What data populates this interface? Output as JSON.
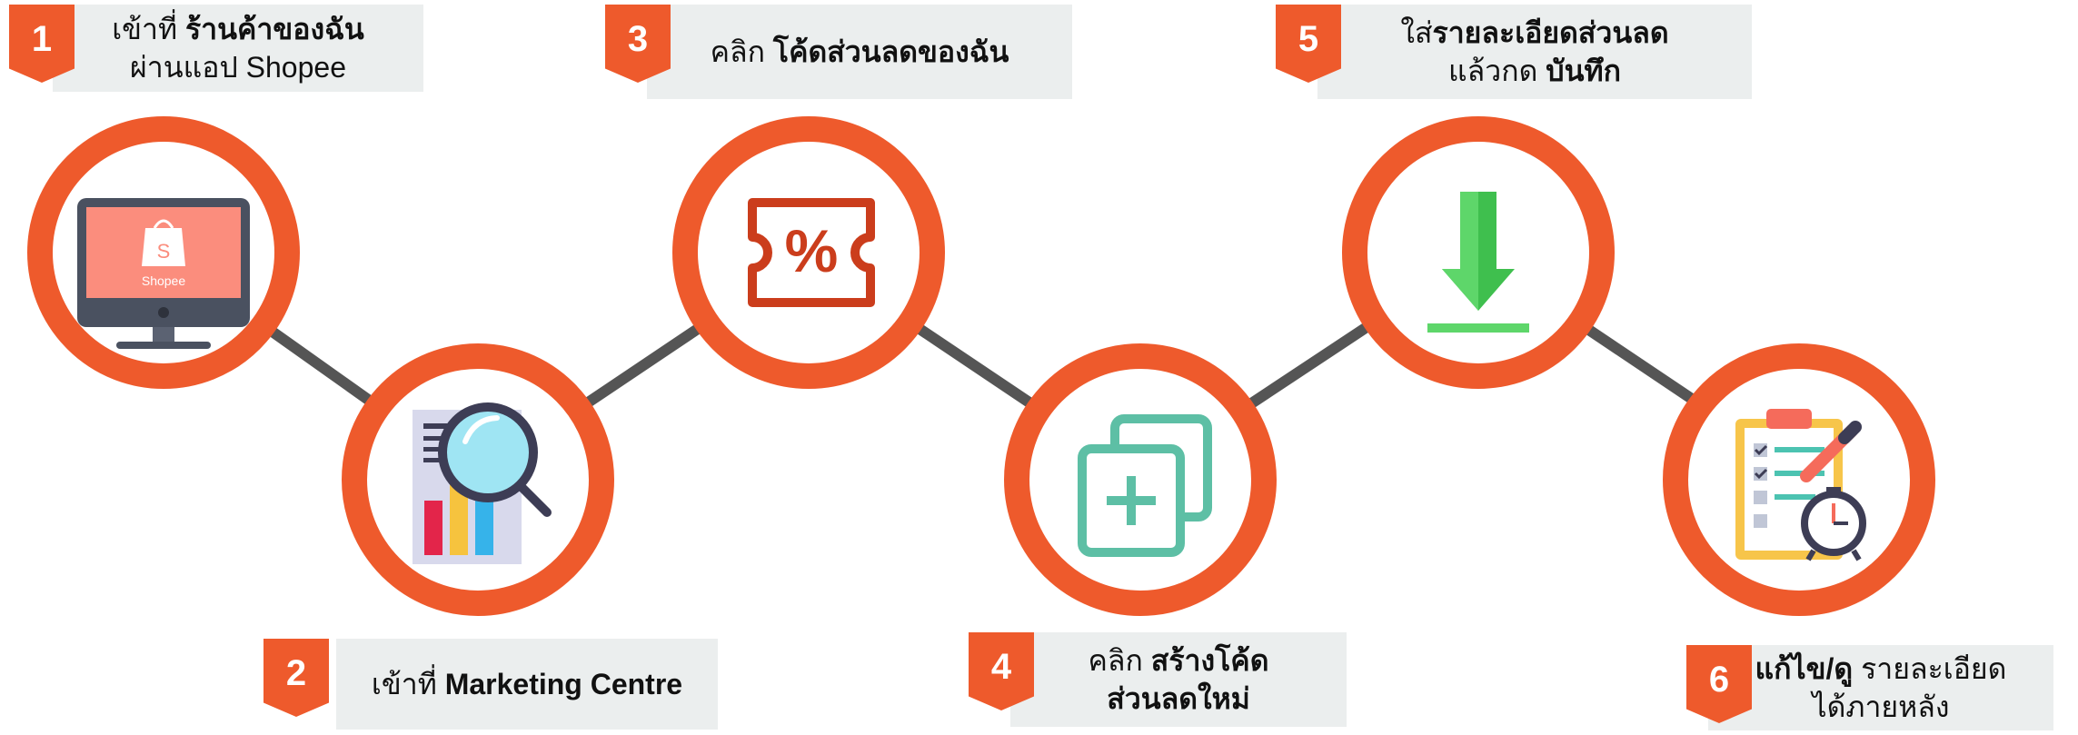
{
  "accent_color": "#ee5a2c",
  "steps": [
    {
      "number": "1",
      "line1_prefix": "เข้าที่ ",
      "line1_bold": "ร้านค้าของฉัน",
      "line2_prefix": "ผ่านแอป Shopee",
      "line2_bold": "",
      "icon": "shopee-monitor-icon",
      "icon_text": "Shopee"
    },
    {
      "number": "2",
      "line1_prefix": "เข้าที่ ",
      "line1_bold": "Marketing Centre",
      "line2_prefix": "",
      "line2_bold": "",
      "icon": "report-magnifier-icon"
    },
    {
      "number": "3",
      "line1_prefix": "คลิก ",
      "line1_bold": "โค้ดส่วนลดของฉัน",
      "line2_prefix": "",
      "line2_bold": "",
      "icon": "discount-ticket-icon",
      "icon_text": "%"
    },
    {
      "number": "4",
      "line1_prefix": "คลิก ",
      "line1_bold": "สร้างโค้ด",
      "line2_prefix": "",
      "line2_bold": "ส่วนลดใหม่",
      "icon": "add-copy-icon"
    },
    {
      "number": "5",
      "line1_prefix": "ใส่",
      "line1_bold": "รายละเอียดส่วนลด",
      "line2_prefix": "แล้วกด ",
      "line2_bold": "บันทึก",
      "icon": "download-arrow-icon"
    },
    {
      "number": "6",
      "line1_prefix": "",
      "line1_bold": "แก้ไข/ดู",
      "line1_suffix": " รายละเอียด",
      "line2_prefix": "ได้ภายหลัง",
      "line2_bold": "",
      "icon": "checklist-clock-icon"
    }
  ]
}
